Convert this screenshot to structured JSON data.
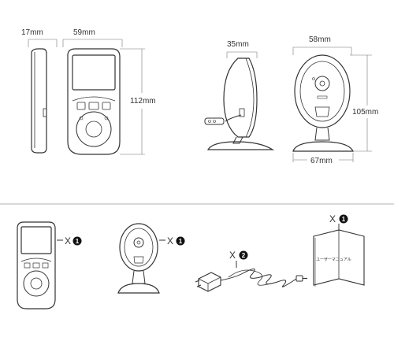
{
  "dimensions": {
    "monitor_thickness": "17mm",
    "monitor_width": "59mm",
    "monitor_height": "112mm",
    "camera_depth": "35mm",
    "camera_width": "58mm",
    "camera_height": "105mm",
    "camera_base_width": "67mm"
  },
  "package_contents": {
    "monitor": {
      "multiplier": "X",
      "count": "1"
    },
    "camera": {
      "multiplier": "X",
      "count": "1"
    },
    "adapter": {
      "multiplier": "X",
      "count": "2"
    },
    "manual": {
      "multiplier": "X",
      "count": "1",
      "title": "ユーザーマニュアル"
    }
  },
  "colors": {
    "line": "#333333",
    "badge": "#111111",
    "divider": "#999999"
  }
}
